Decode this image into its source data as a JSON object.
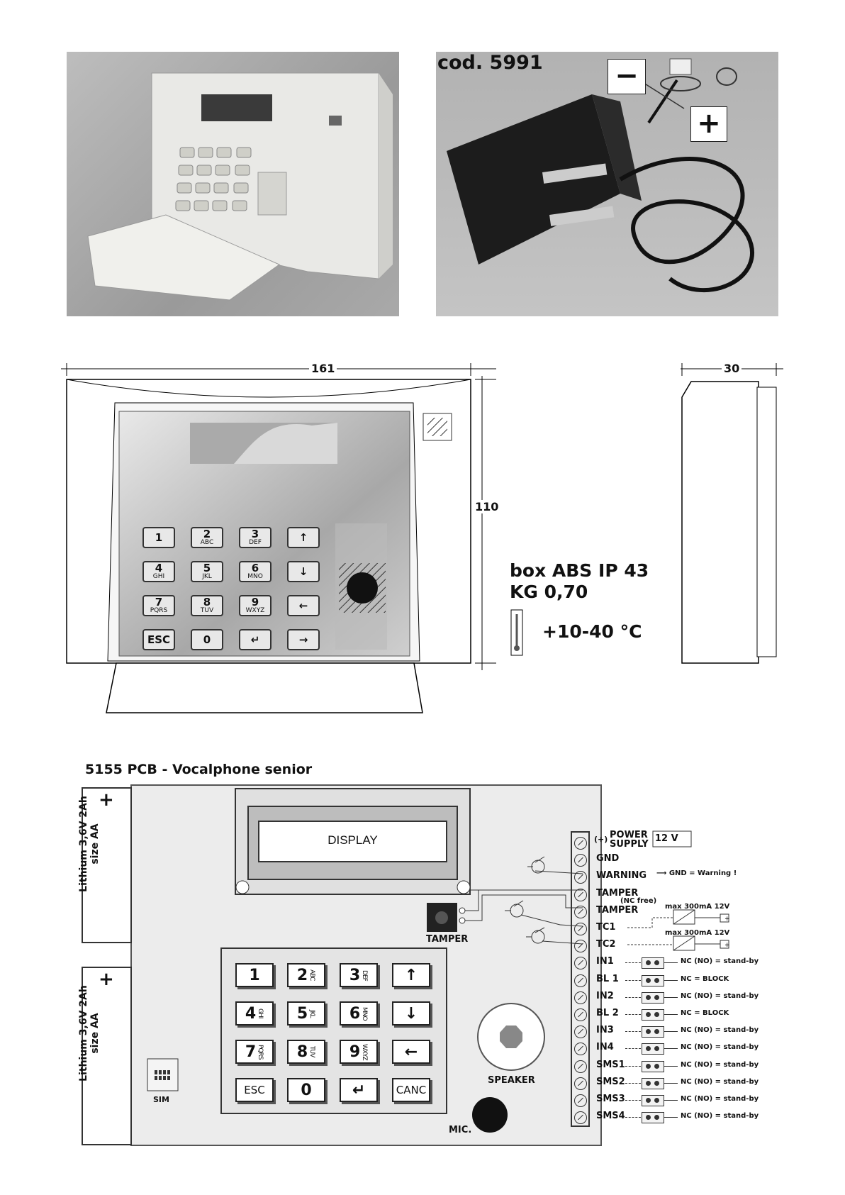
{
  "photo2": {
    "code_label": "cod. 5991",
    "minus": "−",
    "plus": "+"
  },
  "drawing": {
    "width_dim": "161",
    "height_dim": "110",
    "depth_dim": "30",
    "box_line1": "box ABS IP 43",
    "box_line2": "KG 0,70",
    "temperature": "+10-40 °C",
    "keys": [
      {
        "main": "1",
        "sub": ""
      },
      {
        "main": "2",
        "sub": "ABC"
      },
      {
        "main": "3",
        "sub": "DEF"
      },
      {
        "main": "↑",
        "sub": ""
      },
      {
        "main": "4",
        "sub": "GHI"
      },
      {
        "main": "5",
        "sub": "JKL"
      },
      {
        "main": "6",
        "sub": "MNO"
      },
      {
        "main": "↓",
        "sub": ""
      },
      {
        "main": "7",
        "sub": "PQRS"
      },
      {
        "main": "8",
        "sub": "TUV"
      },
      {
        "main": "9",
        "sub": "WXYZ"
      },
      {
        "main": "←",
        "sub": ""
      },
      {
        "main": "ESC",
        "sub": ""
      },
      {
        "main": "0",
        "sub": ""
      },
      {
        "main": "↵",
        "sub": ""
      },
      {
        "main": "→",
        "sub": ""
      }
    ]
  },
  "pcb": {
    "title": "5155 PCB - Vocalphone senior",
    "display_label": "DISPLAY",
    "battery1": {
      "plus": "+",
      "line1": "Lithium 3,6V 2Ah",
      "line2": "size AA"
    },
    "battery2": {
      "plus": "+",
      "line1": "Lithium 3,6V 2Ah",
      "line2": "size AA"
    },
    "sim_label": "SIM",
    "tamper_label": "TAMPER",
    "speaker_label": "SPEAKER",
    "mic_label": "MIC.",
    "keys": [
      {
        "main": "1",
        "sub": ""
      },
      {
        "main": "2",
        "sub": "ABC"
      },
      {
        "main": "3",
        "sub": "DEF"
      },
      {
        "main": "↑",
        "sub": ""
      },
      {
        "main": "4",
        "sub": "GHI"
      },
      {
        "main": "5",
        "sub": "JKL"
      },
      {
        "main": "6",
        "sub": "MNO"
      },
      {
        "main": "↓",
        "sub": ""
      },
      {
        "main": "7",
        "sub": "PQRS"
      },
      {
        "main": "8",
        "sub": "TUV"
      },
      {
        "main": "9",
        "sub": "WXYZ"
      },
      {
        "main": "←",
        "sub": ""
      },
      {
        "main": "ESC",
        "sub": ""
      },
      {
        "main": "0",
        "sub": ""
      },
      {
        "main": "↵",
        "sub": ""
      },
      {
        "main": "CANC",
        "sub": ""
      }
    ],
    "power_prefix": "(+)",
    "power_line1": "POWER",
    "power_line2": "SUPPLY",
    "power_voltage": "12 V",
    "nc_free": "(NC free)",
    "warning_note": "⟶ GND = Warning !",
    "tc1_max": "max 300mA 12V",
    "tc2_max": "max 300mA 12V",
    "terminals": [
      {
        "label": "GND",
        "desc": ""
      },
      {
        "label": "WARNING",
        "desc": ""
      },
      {
        "label": "TAMPER",
        "desc": ""
      },
      {
        "label": "TAMPER",
        "desc": ""
      },
      {
        "label": "TC1",
        "desc": ""
      },
      {
        "label": "TC2",
        "desc": ""
      },
      {
        "label": "IN1",
        "desc": "NC (NO) = stand-by"
      },
      {
        "label": "BL 1",
        "desc": "NC = BLOCK"
      },
      {
        "label": "IN2",
        "desc": "NC (NO) = stand-by"
      },
      {
        "label": "BL 2",
        "desc": "NC = BLOCK"
      },
      {
        "label": "IN3",
        "desc": "NC (NO) = stand-by"
      },
      {
        "label": "IN4",
        "desc": "NC (NO) = stand-by"
      },
      {
        "label": "SMS1",
        "desc": "NC (NO) = stand-by"
      },
      {
        "label": "SMS2",
        "desc": "NC (NO) = stand-by"
      },
      {
        "label": "SMS3",
        "desc": "NC (NO) = stand-by"
      },
      {
        "label": "SMS4",
        "desc": "NC (NO) = stand-by"
      }
    ]
  }
}
